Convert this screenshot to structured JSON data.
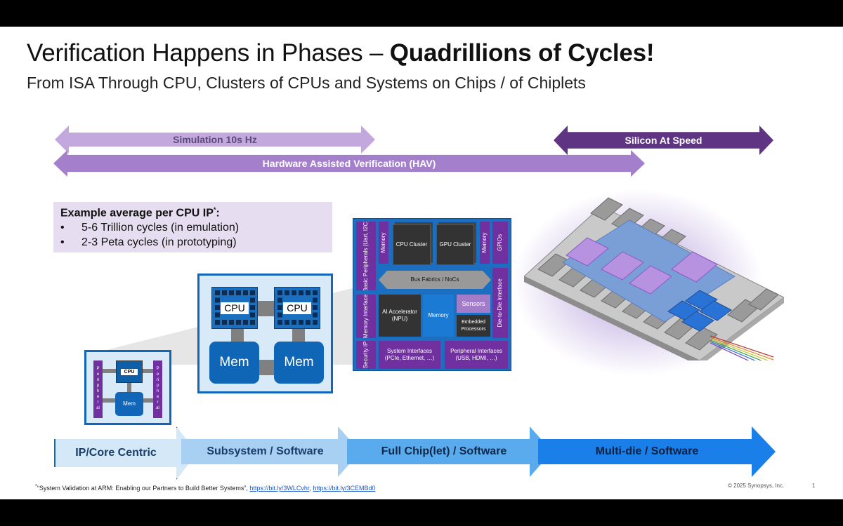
{
  "title": {
    "prefix": "Verification Happens in Phases – ",
    "bold": "Quadrillions of Cycles!"
  },
  "subtitle": "From ISA Through CPU, Clusters of CPUs and Systems on Chips / of Chiplets",
  "arrows": {
    "simulation": "Simulation 10s Hz",
    "silicon": "Silicon At Speed",
    "hav": "Hardware Assisted Verification (HAV)"
  },
  "example": {
    "heading": "Example average per CPU IP",
    "heading_sup": "*",
    "heading_suffix": ":",
    "bullets": [
      "5-6 Trillion cycles (in emulation)",
      "2-3 Peta cycles (in prototyping)"
    ],
    "bullet_glyph": "•"
  },
  "ip_box": {
    "peripheral": "Peripheral",
    "cpu": "CPU",
    "mem": "Mem"
  },
  "subsystem_box": {
    "cpu1": "CPU",
    "cpu2": "CPU",
    "mem1": "Mem",
    "mem2": "Mem"
  },
  "chip": {
    "basic_peripherals": "Basic Peripherals (Uart, I2C)",
    "memory_left": "Memory",
    "cpu_cluster": "CPU Cluster",
    "gpu_cluster": "GPU Cluster",
    "memory_right": "Memory",
    "gpios": "GPIOs",
    "bus": "Bus Fabrics / NoCs",
    "memory_interface": "Memory Interface",
    "ai_accel": "AI Accelerator (NPU)",
    "memory_center": "Memory",
    "sensors": "Sensors",
    "embedded": "Embedded Processors",
    "die_to_die": "Die-to-Die Interface",
    "security": "Security IP",
    "system_interfaces": "System Interfaces (PCIe, Ethernet, …)",
    "peripheral_interfaces": "Peripheral Interfaces (USB, HDMI, …)"
  },
  "phases": [
    "IP/Core Centric",
    "Subsystem / Software",
    "Full Chip(let) / Software",
    "Multi-die / Software"
  ],
  "footnote": {
    "mark": "*",
    "text": "“System Validation at ARM: Enabling our Partners to Build Better Systems”, ",
    "link1": "https://bit.ly/3WLCvhr",
    "sep": ", ",
    "link2": "https://bit.ly/3CEMBd0"
  },
  "copyright": "© 2025 Synopsys, Inc.",
  "page_number": "1",
  "colors": {
    "purple_light": "#c3a8de",
    "purple_dark": "#5e3483",
    "purple_mid": "#a37fcc",
    "blue_brand": "#1266b8"
  }
}
